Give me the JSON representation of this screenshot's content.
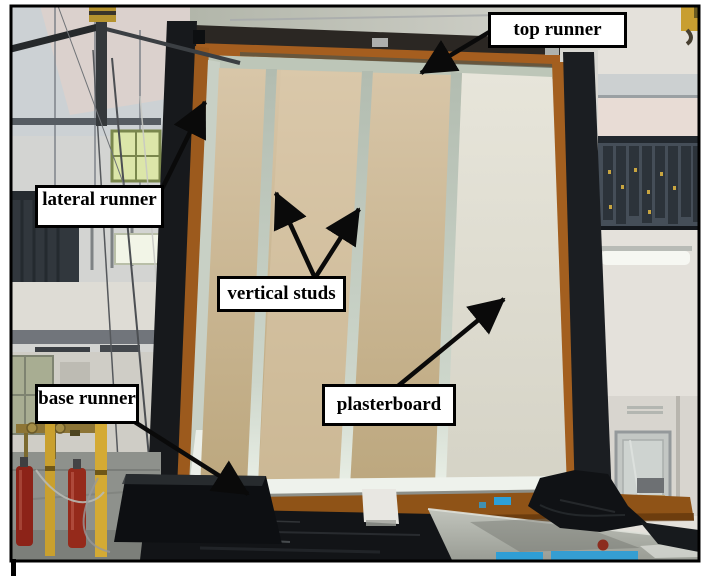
{
  "labels": {
    "top_runner": "top runner",
    "lateral_runner": "lateral runner",
    "vertical_studs": "vertical studs",
    "base_runner": "base runner",
    "plasterboard": "plasterboard"
  },
  "annotation": {
    "box_fill": "#ffffff",
    "box_border": "#000000",
    "text_color": "#000000",
    "arrow_color": "#0a0a0a"
  },
  "palette": {
    "page_background": "#ffffff",
    "figure_border": "#000000",
    "plasterboard_tan": "#cdb795",
    "plasterboard_grey": "#e1dfd4",
    "stud_silver": "#c3ccc0",
    "timber_frame": "#a05e1f",
    "steel_column_black": "#17191c",
    "floor_black": "#121417",
    "slab_grey": "#aeb1a9",
    "slab_edge_blue": "#2f9ed5",
    "extinguisher_red": "#8c2318",
    "post_yellow": "#c9a02e"
  }
}
